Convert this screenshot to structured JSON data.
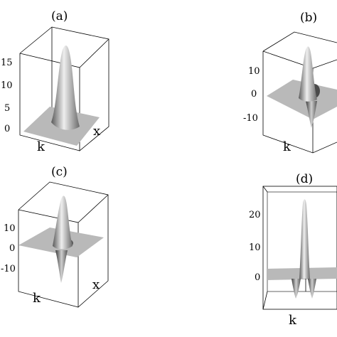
{
  "figure": {
    "panels": [
      {
        "id": "a",
        "label": "(a)",
        "z_ticks": [
          "0",
          "5",
          "10",
          "15"
        ],
        "x_axis": "x",
        "k_axis": "k"
      },
      {
        "id": "b",
        "label": "(b)",
        "z_ticks": [
          "-10",
          "0",
          "10"
        ],
        "x_axis": "",
        "k_axis": "k"
      },
      {
        "id": "c",
        "label": "(c)",
        "z_ticks": [
          "-10",
          "0",
          "10"
        ],
        "x_axis": "x",
        "k_axis": "k"
      },
      {
        "id": "d",
        "label": "(d)",
        "z_ticks": [
          "0",
          "10",
          "20"
        ],
        "x_axis": "",
        "k_axis": "k"
      }
    ]
  },
  "colors": {
    "surface_light": "#e4e4e4",
    "surface_dark": "#6e6e6e",
    "plane": "#b9b9b9",
    "frame": "#000000"
  }
}
